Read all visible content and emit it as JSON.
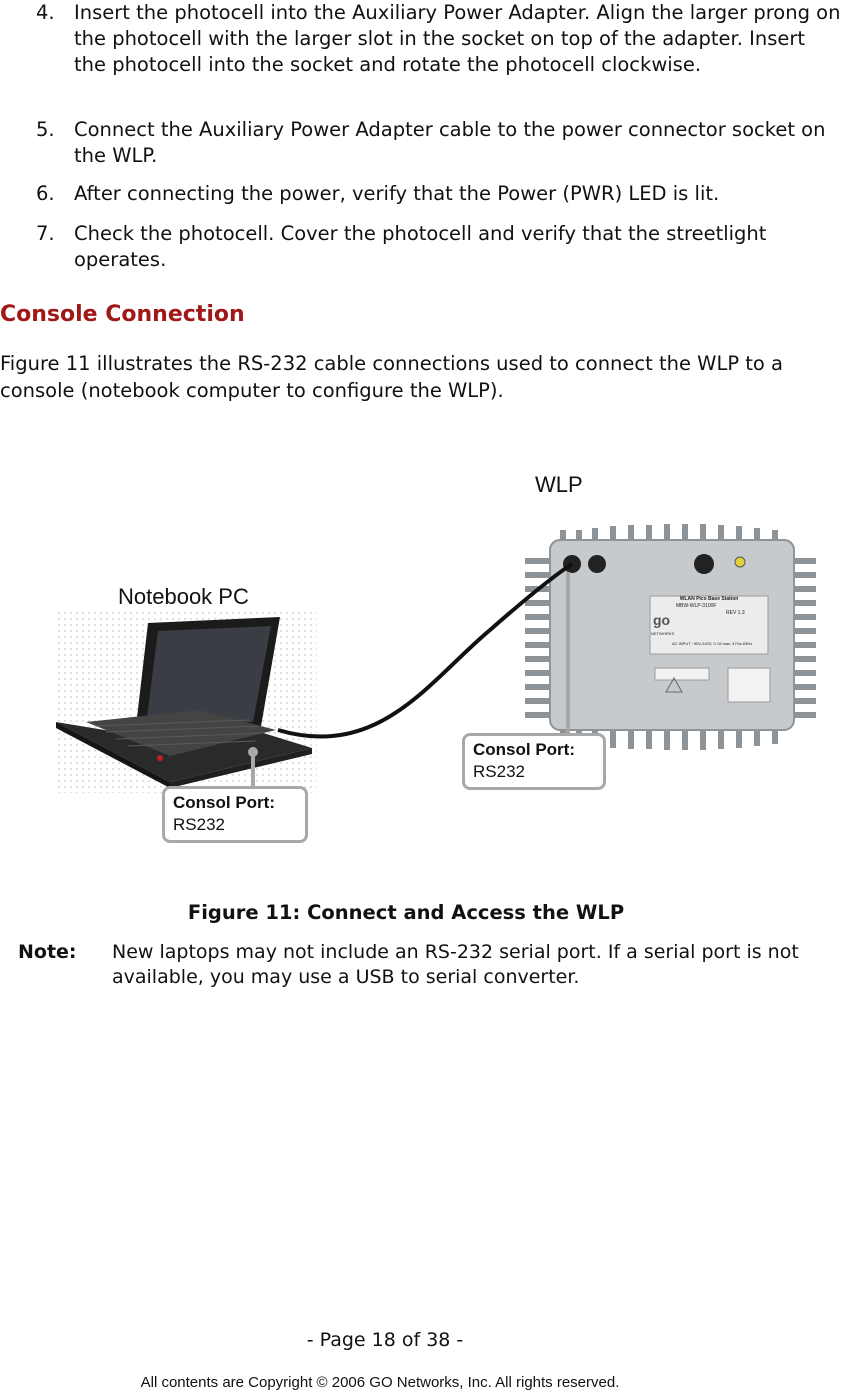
{
  "steps": [
    {
      "num": "4.",
      "text": "Insert the photocell into the Auxiliary Power Adapter. Align the larger prong on the photocell with the larger slot in the socket on top of the adapter. Insert the photocell into the socket and rotate the photocell clockwise."
    },
    {
      "num": "5.",
      "text": "Connect the Auxiliary Power Adapter cable to the power connector socket on the WLP."
    },
    {
      "num": "6.",
      "text": "After connecting the power, verify that the Power (PWR) LED is lit."
    },
    {
      "num": "7.",
      "text": "Check the photocell. Cover the photocell and verify that the streetlight operates."
    }
  ],
  "section_title": "Console Connection",
  "intro": "Figure 11 illustrates the RS-232 cable connections used to connect the WLP to a console (notebook computer to configure the WLP).",
  "figure": {
    "label_wlp": "WLP",
    "label_notebook": "Notebook PC",
    "callout_wlp": {
      "title": "Consol Port:",
      "value": "RS232"
    },
    "callout_pc": {
      "title": "Consol Port:",
      "value": "RS232"
    },
    "device_label": {
      "title": "WLAN Pico Base Station",
      "model": "MBW-WLP-3100F",
      "rev": "REV 1.3",
      "input": "AC INPUT : 90V-240V, 0.7A max, 47Hz-63Hz",
      "logo": "go",
      "brand": "NETWORKS"
    }
  },
  "caption": "Figure 11: Connect and Access the WLP",
  "note": {
    "label": "Note:",
    "text": "New laptops may not include an RS-232 serial port. If a serial port is not available, you may use a USB to serial converter."
  },
  "footer": {
    "page": "- Page 18 of 38 -",
    "copyright": "All contents are Copyright © 2006 GO Networks, Inc. All rights reserved."
  }
}
